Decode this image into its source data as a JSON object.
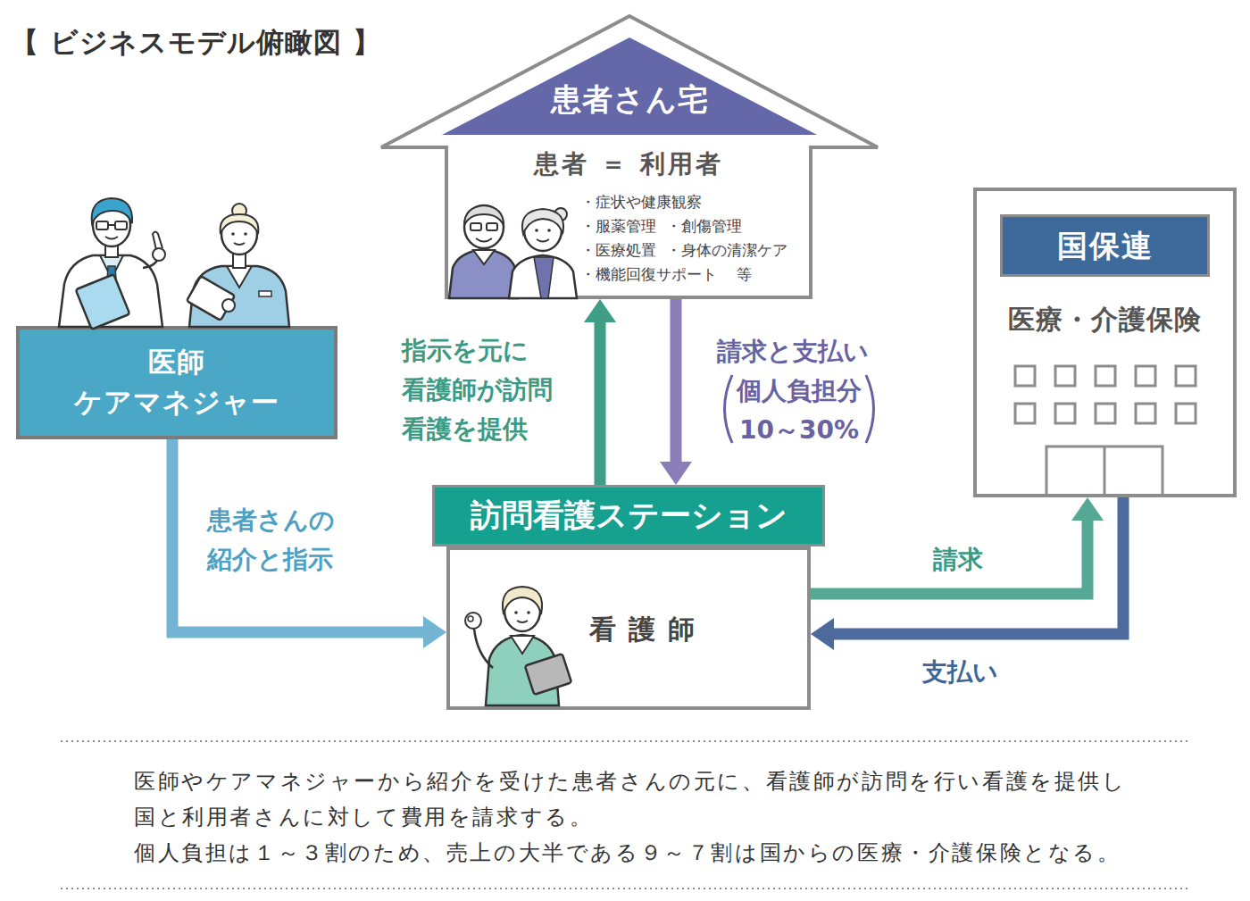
{
  "diagram": {
    "title": "【 ビジネスモデル俯瞰図 】",
    "caption": "医師やケアマネジャーから紹介を受けた患者さんの元に、看護師が訪問を行い看護を提供し 国と利用者さんに対して費用を請求する。 個人負担は１～３割のため、売上の大半である９～７割は国からの医療・介護保険となる。",
    "nodes": [
      {
        "text": [
          "患者さん宅",
          "患者 ＝ 利用者",
          "・症状や健康観察",
          "・服薬管理  ・創傷管理",
          "・医療処置  ・身体の清潔ケア",
          "・機能回復サポート    等"
        ]
      },
      {
        "text": [
          "医師 ケアマネジャー"
        ]
      },
      {
        "text": [
          "国保連",
          "医療・介護保険"
        ]
      },
      {
        "text": [
          "訪問看護ステーション",
          "看護師"
        ]
      }
    ],
    "edges": [
      {
        "from": 1,
        "to": 3,
        "label": "患者さんの 紹介と指示",
        "arrow": "to"
      },
      {
        "from": 3,
        "to": 0,
        "label": "指示を元に 看護師が訪問 看護を提供",
        "arrow": "to"
      },
      {
        "from": 0,
        "to": 3,
        "label": "請求と支払い",
        "arrow": "to"
      },
      {
        "from": 3,
        "to": 2,
        "label": "請求",
        "arrow": "to"
      },
      {
        "from": 2,
        "to": 3,
        "label": "支払い",
        "arrow": "to"
      }
    ],
    "labels": [
      "個人負担分 10～30%"
    ]
  }
}
